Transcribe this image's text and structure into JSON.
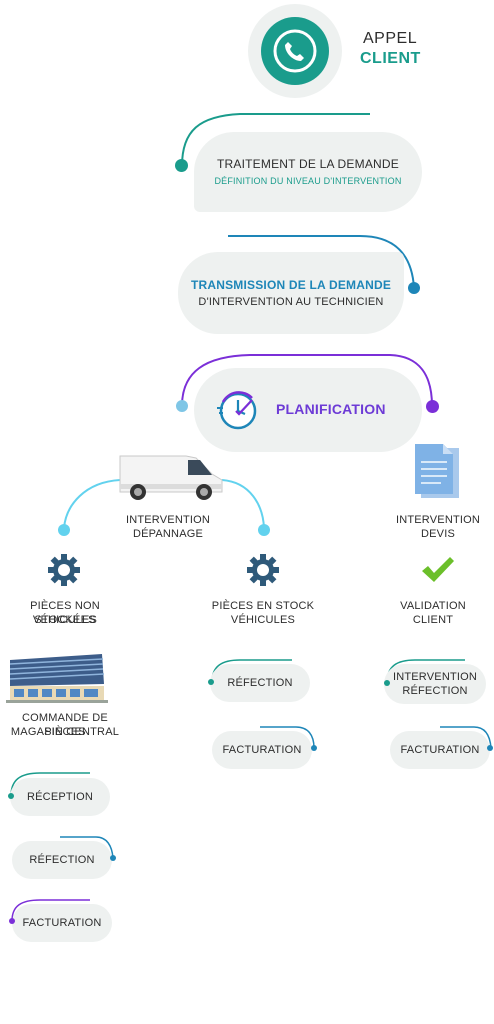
{
  "colors": {
    "teal": "#1a9c8c",
    "blue": "#1e86b8",
    "purple": "#7b2fd8",
    "light_blue": "#62d2ee",
    "gear": "#2f5a7a",
    "green_check": "#6bbf2a",
    "pill_bg": "#eef1f0"
  },
  "header": {
    "title_line1": "APPEL",
    "title_line2": "CLIENT",
    "icon": "phone-icon"
  },
  "steps": {
    "traitement": {
      "title": "TRAITEMENT DE LA DEMANDE",
      "subtitle": "DÉFINITION DU NIVEAU D'INTERVENTION"
    },
    "transmission": {
      "title": "TRANSMISSION DE LA DEMANDE",
      "subtitle": "D'INTERVENTION AU TECHNICIEN"
    },
    "planification": {
      "title": "PLANIFICATION",
      "icon": "clock-icon"
    }
  },
  "branches": {
    "depannage": {
      "line1": "INTERVENTION",
      "line2": "DÉPANNAGE",
      "icon": "van-icon"
    },
    "devis": {
      "line1": "INTERVENTION",
      "line2": "DEVIS",
      "icon": "document-icon"
    }
  },
  "sub_branches": {
    "non_stock": {
      "line1": "PIÈCES NON STOCKÉES",
      "line2": "VÉHICULES",
      "icon": "gear-icon"
    },
    "en_stock": {
      "line1": "PIÈCES EN STOCK",
      "line2": "VÉHICULES",
      "icon": "gear-icon"
    },
    "validation": {
      "line1": "VALIDATION",
      "line2": "CLIENT",
      "icon": "check-icon"
    }
  },
  "commande": {
    "line1": "COMMANDE DE PIÈCES",
    "line2": "MAGASIN CENTRAL",
    "icon": "building-icon"
  },
  "pills": {
    "left": [
      "RÉCEPTION",
      "RÉFECTION",
      "FACTURATION"
    ],
    "middle": [
      "RÉFECTION",
      "FACTURATION"
    ],
    "right_line1": "INTERVENTION",
    "right_line2": "RÉFECTION",
    "right_facturation": "FACTURATION"
  }
}
